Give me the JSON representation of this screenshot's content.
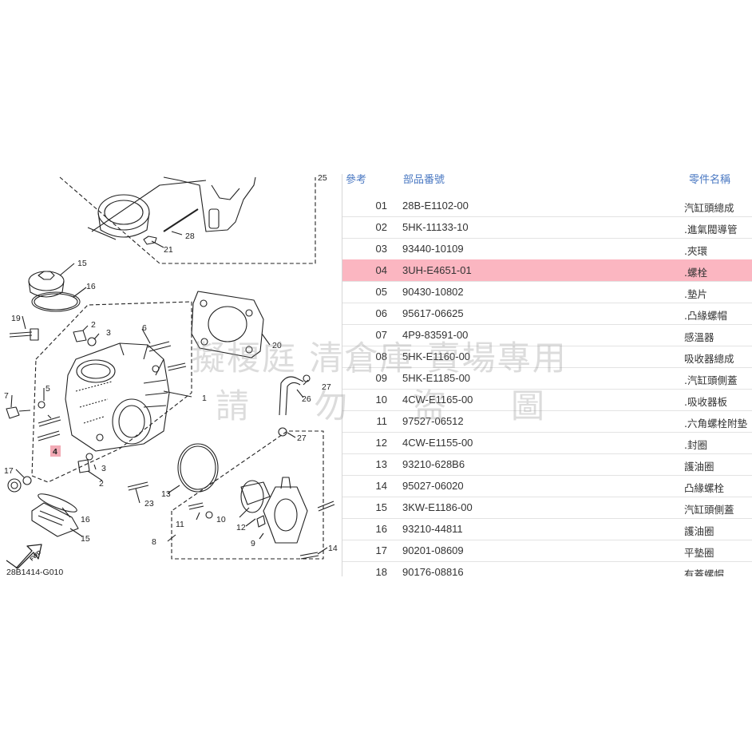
{
  "diagram": {
    "page_number": "25",
    "drawing_code": "28B1414-G010",
    "fwd_label": "FWD",
    "highlight_color": "#f2aab5",
    "callouts": {
      "c1": "1",
      "c2a": "2",
      "c2b": "2",
      "c3a": "3",
      "c3b": "3",
      "c4": "4",
      "c5": "5",
      "c6": "6",
      "c7": "7",
      "c8": "8",
      "c9": "9",
      "c10": "10",
      "c11": "11",
      "c12": "12",
      "c13": "13",
      "c14": "14",
      "c15a": "15",
      "c15b": "15",
      "c16a": "16",
      "c16b": "16",
      "c17": "17",
      "c19": "19",
      "c20": "20",
      "c21": "21",
      "c23": "23",
      "c26": "26",
      "c27a": "27",
      "c27b": "27",
      "c28": "28"
    }
  },
  "table": {
    "headers": {
      "ref": "參考",
      "part_no": "部品番號",
      "name": "零件名稱"
    },
    "highlight_color": "#fbb6c1",
    "rows": [
      {
        "ref": "01",
        "part_no": "28B-E1102-00",
        "name": "汽缸頭總成"
      },
      {
        "ref": "02",
        "part_no": "5HK-11133-10",
        "name": ".進氣閥導管"
      },
      {
        "ref": "03",
        "part_no": "93440-10109",
        "name": ".夾環"
      },
      {
        "ref": "04",
        "part_no": "3UH-E4651-01",
        "name": ".螺栓"
      },
      {
        "ref": "05",
        "part_no": "90430-10802",
        "name": ".墊片"
      },
      {
        "ref": "06",
        "part_no": "95617-06625",
        "name": ".凸緣螺帽"
      },
      {
        "ref": "07",
        "part_no": "4P9-83591-00",
        "name": "感溫器"
      },
      {
        "ref": "08",
        "part_no": "5HK-E1160-00",
        "name": "吸收器總成"
      },
      {
        "ref": "09",
        "part_no": "5HK-E1185-00",
        "name": ".汽缸頭側蓋"
      },
      {
        "ref": "10",
        "part_no": "4CW-E1165-00",
        "name": ".吸收器板"
      },
      {
        "ref": "11",
        "part_no": "97527-06512",
        "name": ".六角螺栓附墊"
      },
      {
        "ref": "12",
        "part_no": "4CW-E1155-00",
        "name": ".封圈"
      },
      {
        "ref": "13",
        "part_no": "93210-628B6",
        "name": "護油圈"
      },
      {
        "ref": "14",
        "part_no": "95027-06020",
        "name": "凸緣螺栓"
      },
      {
        "ref": "15",
        "part_no": "3KW-E1186-00",
        "name": "汽缸頭側蓋"
      },
      {
        "ref": "16",
        "part_no": "93210-44811",
        "name": "護油圈"
      },
      {
        "ref": "17",
        "part_no": "90201-08609",
        "name": "平墊圈"
      },
      {
        "ref": "18",
        "part_no": "90176-08816",
        "name": "有蓋螺帽"
      }
    ],
    "highlighted_ref": "04"
  },
  "watermark": {
    "line1": "擬榎庭 清倉庫 賣場專用",
    "line2": "請 勿 盜 圖"
  }
}
